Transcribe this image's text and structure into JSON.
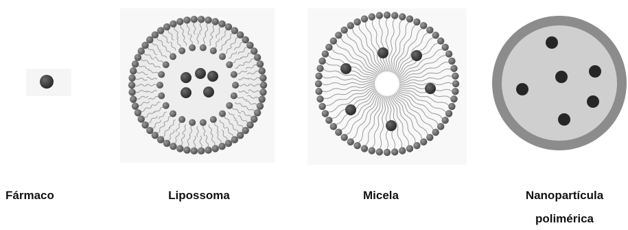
{
  "captions": {
    "farmaco": "Fármaco",
    "lipossoma": "Lipossoma",
    "micela": "Micela",
    "nanoparticula_line1": "Nanopartícula",
    "nanoparticula_line2": "polimérica"
  },
  "structures": [
    {
      "id": "farmaco",
      "kind": "drug-molecule"
    },
    {
      "id": "lipossoma",
      "kind": "lipid-bilayer-vesicle",
      "outer_heads": 58,
      "inner_heads": 22,
      "encapsulated_drugs": 5
    },
    {
      "id": "micela",
      "kind": "lipid-monolayer-micelle",
      "heads": 56,
      "encapsulated_drugs": 6
    },
    {
      "id": "nanoparticula",
      "kind": "polymeric-nanoparticle",
      "encapsulated_drugs": 6
    }
  ],
  "colors": {
    "background": "#ffffff",
    "drug": "#333333",
    "lipid_head": "#5a5a5a",
    "lipid_head_highlight": "#8a8a8a",
    "lipid_tail": "#9a9a9a",
    "nano_shell": "#8c8c8c",
    "nano_core": "#cfcfcf",
    "text": "#111111"
  }
}
